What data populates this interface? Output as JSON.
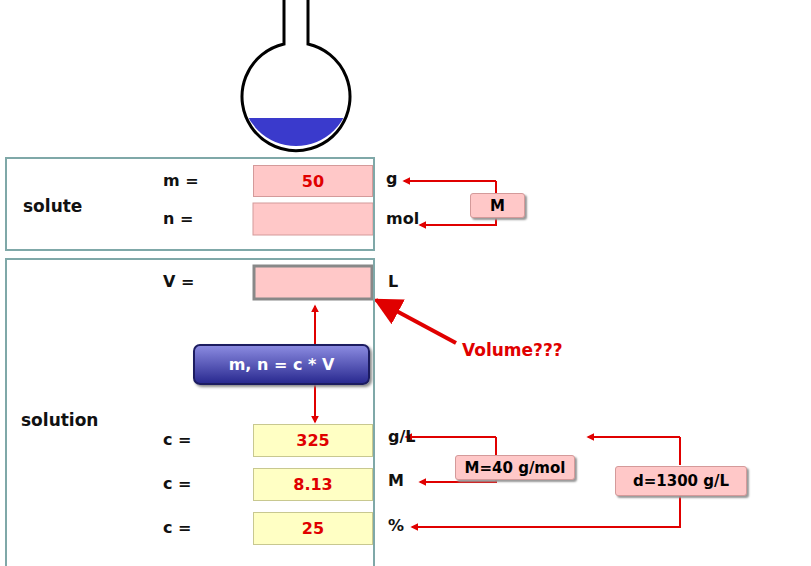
{
  "diagram": {
    "nodes": [
      {
        "text": [
          "solute"
        ]
      },
      {
        "text": [
          "50"
        ],
        "in": 0
      },
      {
        "text": [
          "M"
        ]
      },
      {
        "text": [
          "solution"
        ]
      },
      {
        "text": [
          "m, n = c * V"
        ],
        "in": 3
      },
      {
        "text": [
          "325"
        ],
        "in": 3
      },
      {
        "text": [
          "8.13"
        ],
        "in": 3
      },
      {
        "text": [
          "25"
        ],
        "in": 3
      },
      {
        "text": [
          "M=40 g/mol"
        ]
      },
      {
        "text": [
          "d=1300 g/L"
        ]
      }
    ],
    "edges": [
      {
        "from": 4,
        "to": 5,
        "arrow": "to"
      }
    ],
    "labels": [
      "m =",
      "g",
      "n =",
      "mol",
      "V =",
      "L",
      "Volume???",
      "c =",
      "g/L",
      "c =",
      "M",
      "c =",
      "%"
    ]
  }
}
